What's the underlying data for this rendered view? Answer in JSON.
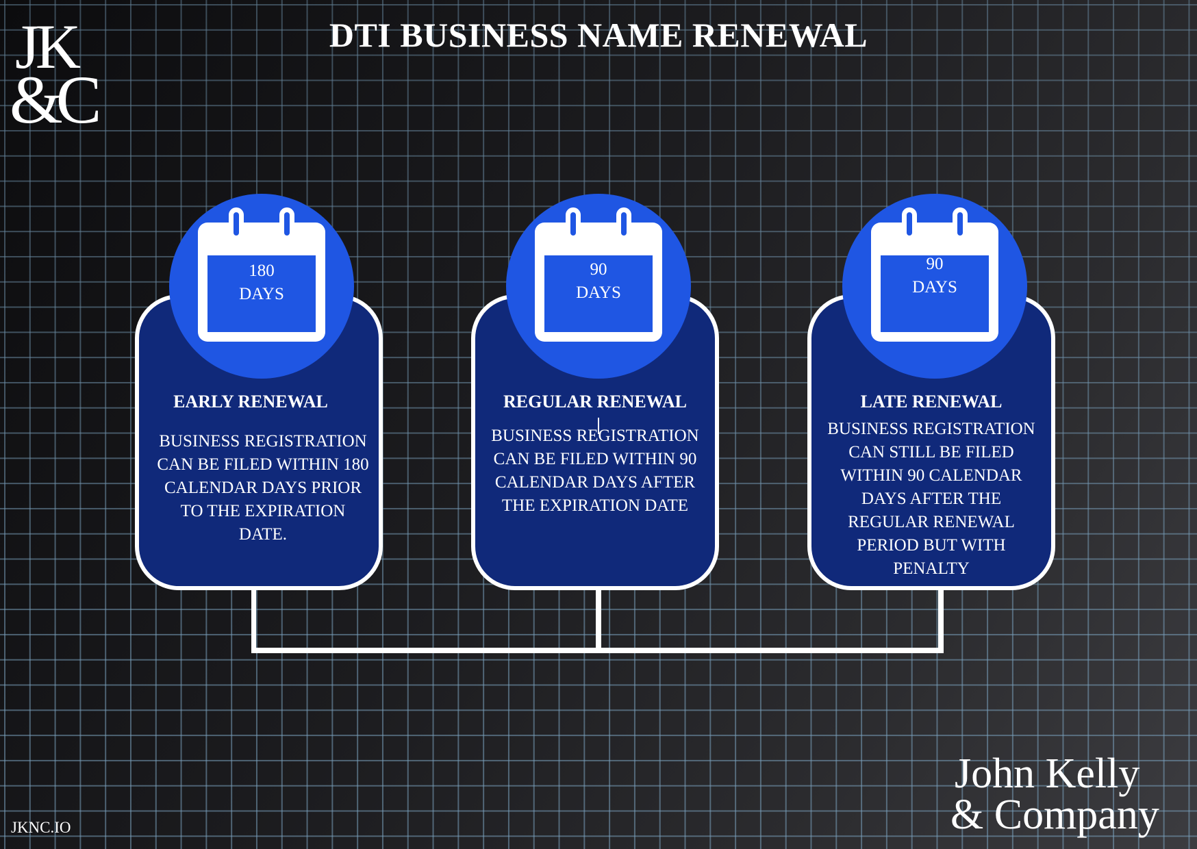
{
  "header": {
    "title": "DTI BUSINESS NAME RENEWAL"
  },
  "logo": {
    "line1": "JK",
    "line2": "&C"
  },
  "colors": {
    "card_fill": "#10297a",
    "circle_fill": "#1f56e3",
    "grid_line": "#7aa0bc",
    "outline": "#ffffff"
  },
  "cards": [
    {
      "icon": "calendar-icon",
      "days_number": "180",
      "days_unit": "DAYS",
      "title": "EARLY RENEWAL",
      "description": "BUSINESS REGISTRATION CAN BE FILED WITHIN 180 CALENDAR DAYS PRIOR TO THE EXPIRATION DATE."
    },
    {
      "icon": "calendar-icon",
      "days_number": "90",
      "days_unit": "DAYS",
      "title": "REGULAR RENEWAL",
      "description": "BUSINESS REGISTRATION CAN BE FILED WITHIN 90 CALENDAR DAYS AFTER THE EXPIRATION DATE"
    },
    {
      "icon": "calendar-icon",
      "days_number": "90",
      "days_unit": "DAYS",
      "title": "LATE RENEWAL",
      "description": "BUSINESS REGISTRATION CAN STILL BE FILED WITHIN 90 CALENDAR DAYS AFTER THE REGULAR RENEWAL PERIOD BUT WITH PENALTY"
    }
  ],
  "footer": {
    "website": "JKNC.IO",
    "brand_line1": "John Kelly",
    "brand_line2": "& Company"
  }
}
